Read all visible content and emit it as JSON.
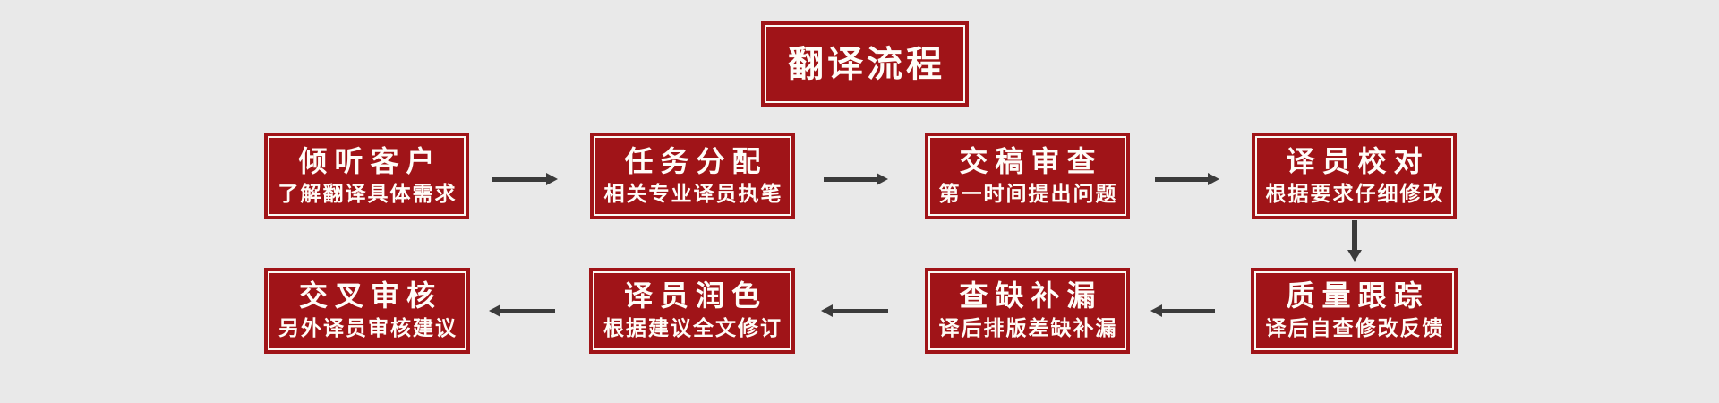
{
  "title": {
    "label": "翻译流程"
  },
  "colors": {
    "background": "#e9e9e9",
    "box_red": "#a01418",
    "inner_line_white": "#fbf9f4",
    "text_white": "#fffdf8",
    "arrow_gray": "#3b3b3b"
  },
  "flow": {
    "row1": [
      {
        "title": "倾听客户",
        "subtitle": "了解翻译具体需求"
      },
      {
        "title": "任务分配",
        "subtitle": "相关专业译员执笔"
      },
      {
        "title": "交稿审查",
        "subtitle": "第一时间提出问题"
      },
      {
        "title": "译员校对",
        "subtitle": "根据要求仔细修改"
      }
    ],
    "row2": [
      {
        "title": "交叉审核",
        "subtitle": "另外译员审核建议"
      },
      {
        "title": "译员润色",
        "subtitle": "根据建议全文修订"
      },
      {
        "title": "查缺补漏",
        "subtitle": "译后排版差缺补漏"
      },
      {
        "title": "质量跟踪",
        "subtitle": "译后自查修改反馈"
      }
    ]
  }
}
